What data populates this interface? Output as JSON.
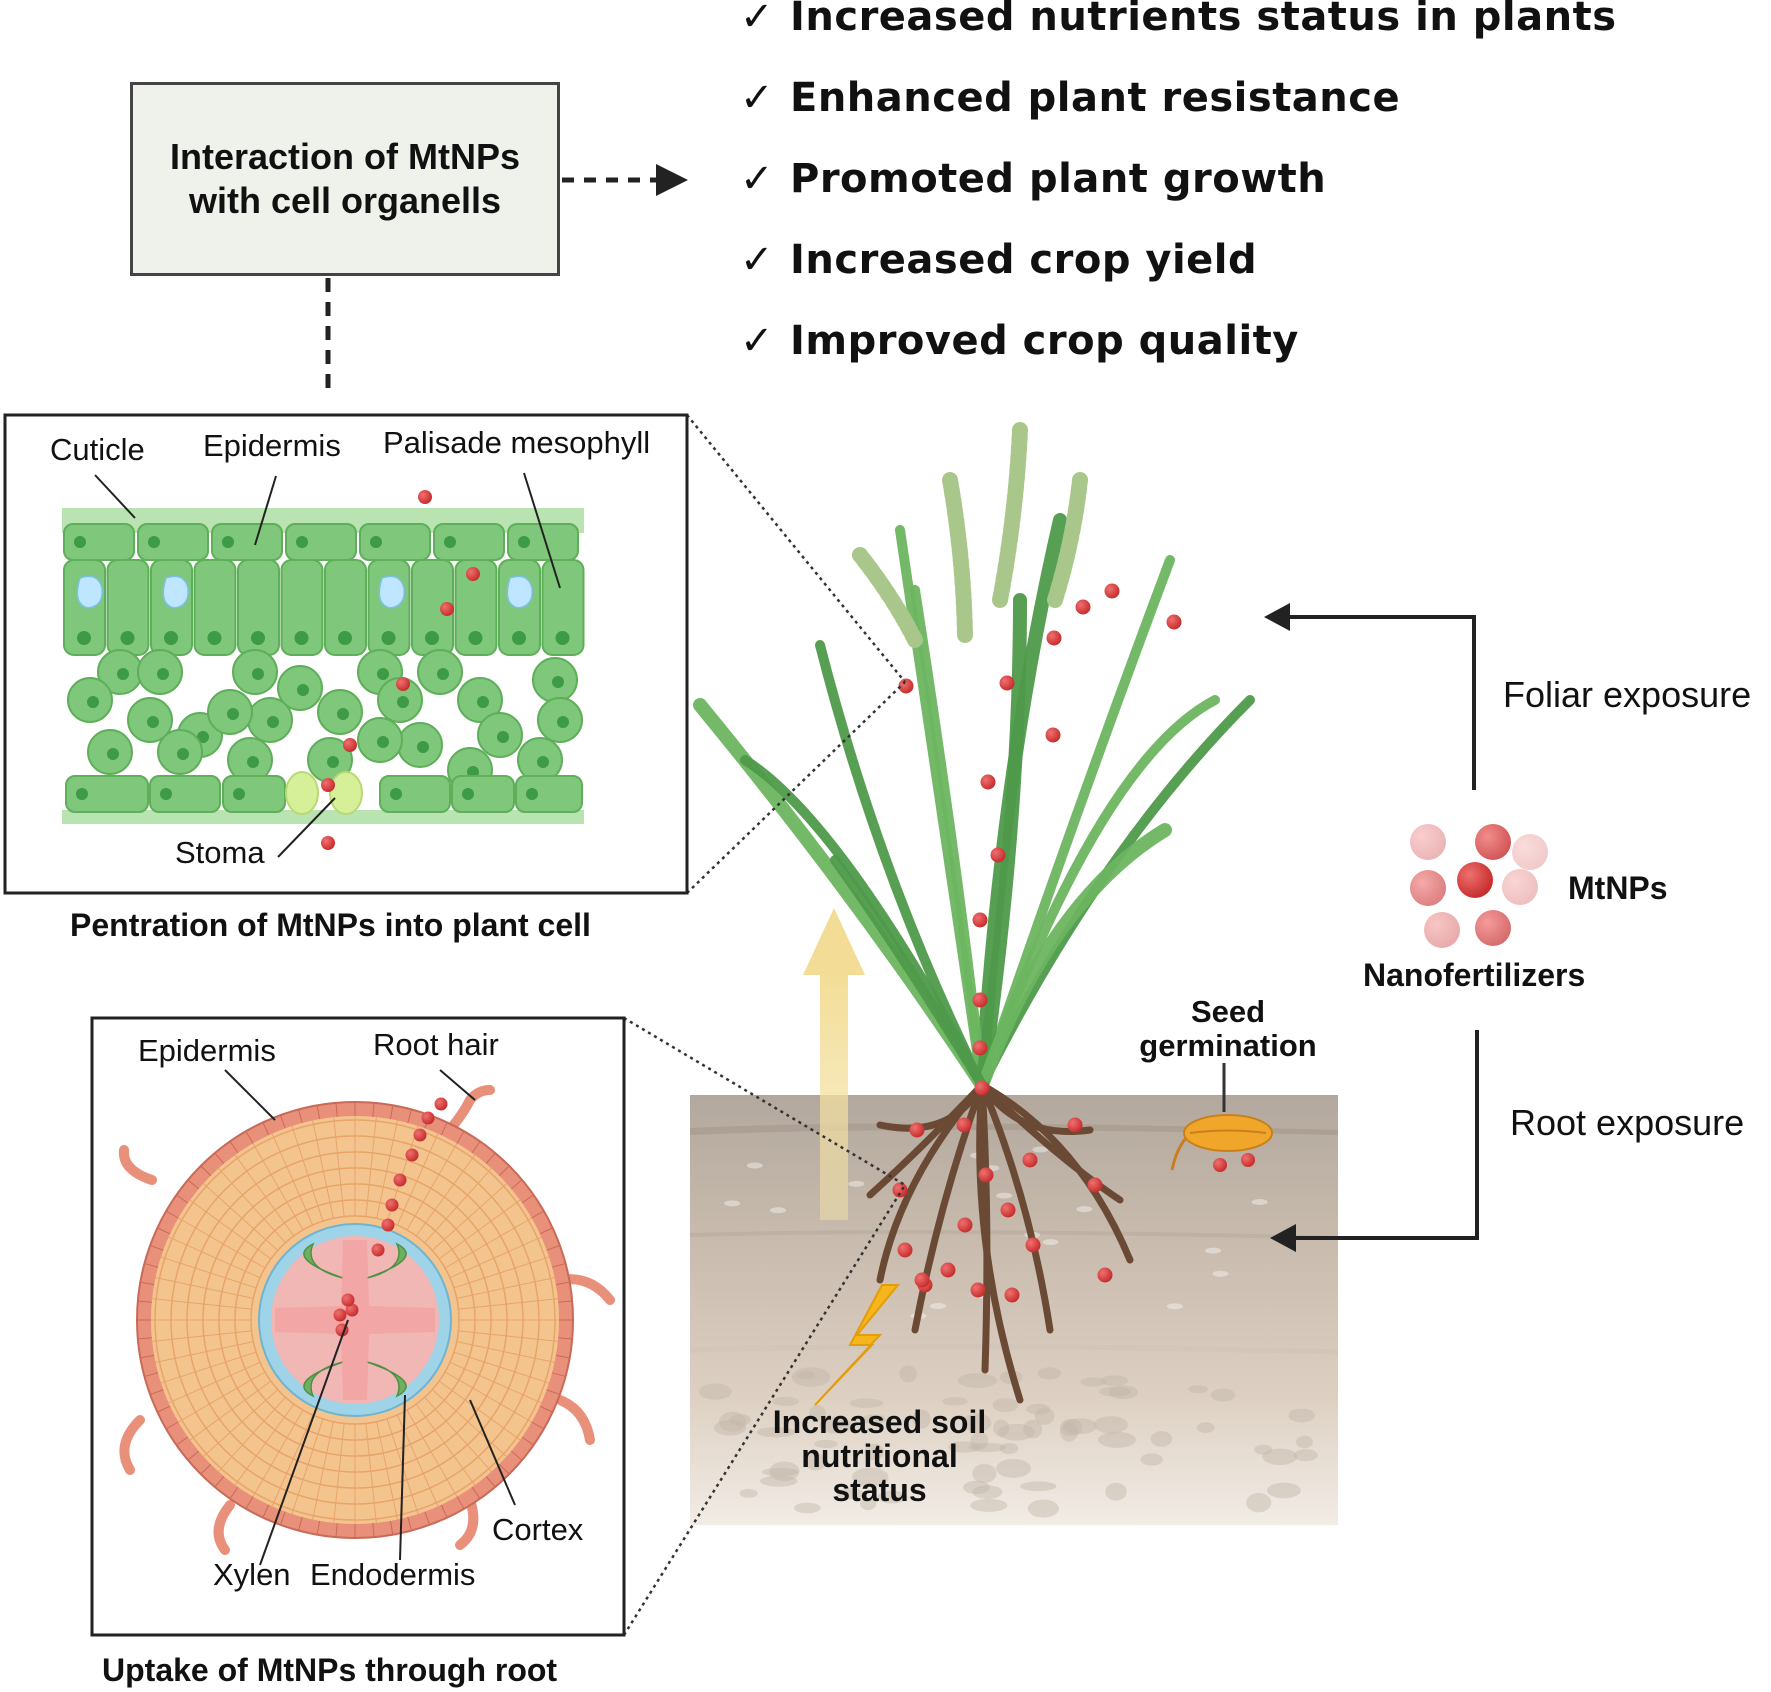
{
  "benefits": [
    "Increased nutrients status in plants",
    "Enhanced plant resistance",
    "Promoted plant growth",
    "Increased crop yield",
    "Improved crop quality"
  ],
  "benefit_mark": "✓",
  "interaction_box": "Interaction of MtNPs with cell organells",
  "leaf_panel": {
    "labels": {
      "cuticle": "Cuticle",
      "epidermis": "Epidermis",
      "palisade": "Palisade mesophyll",
      "stoma": "Stoma"
    },
    "caption": "Pentration of MtNPs into plant cell"
  },
  "root_panel": {
    "labels": {
      "epidermis": "Epidermis",
      "root_hair": "Root hair",
      "cortex": "Cortex",
      "xylen": "Xylen",
      "endodermis": "Endodermis"
    },
    "caption": "Uptake of MtNPs through root"
  },
  "exposure": {
    "foliar": "Foliar exposure",
    "root": "Root exposure",
    "mtnps": "MtNPs",
    "nanofertilizers": "Nanofertilizers"
  },
  "soil": {
    "seed_germination": "Seed germination",
    "soil_status": "Increased soil nutritional status"
  },
  "colors": {
    "leaf_green": "#7fc77a",
    "leaf_dark": "#5fae5a",
    "particle_red": "#d63a3a",
    "cortex_orange": "#f4c48e",
    "epidermis_salmon": "#e8907a",
    "soil_top": "#b7aca2",
    "soil_bottom": "#e3d9cf",
    "stem_green": "#4e9a4a",
    "root_brown": "#6b4a35"
  }
}
